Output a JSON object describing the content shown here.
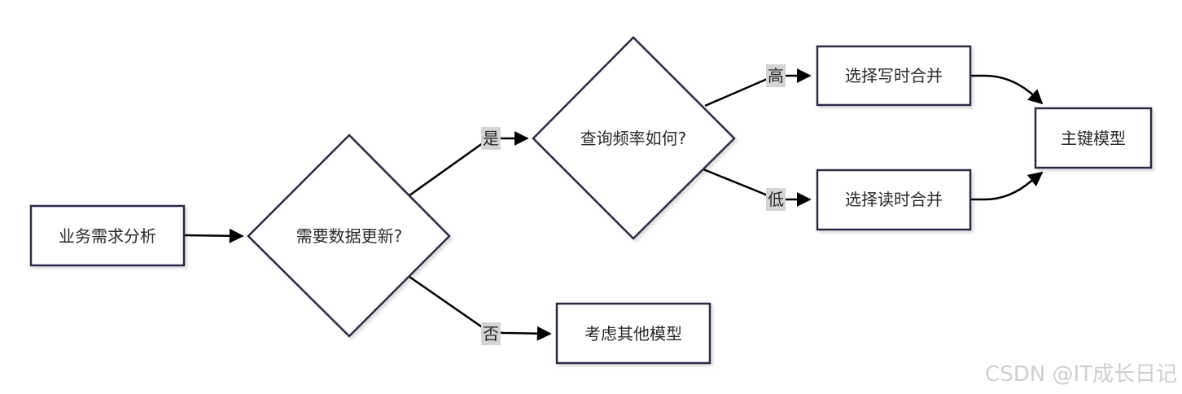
{
  "nodes": {
    "business_analysis": "业务需求分析",
    "need_update": "需要数据更新?",
    "query_frequency": "查询频率如何?",
    "merge_on_write": "选择写时合并",
    "merge_on_read": "选择读时合并",
    "primary_key_model": "主键模型",
    "other_models": "考虑其他模型"
  },
  "edge_labels": {
    "yes": "是",
    "no": "否",
    "high": "高",
    "low": "低"
  },
  "watermark": "CSDN @IT成长日记",
  "colors": {
    "node_stroke": "#2c2c47",
    "node_fill": "#ffffff",
    "edge": "#000000",
    "label_bg": "#d4d4d4",
    "watermark": "#cfcfcf"
  }
}
